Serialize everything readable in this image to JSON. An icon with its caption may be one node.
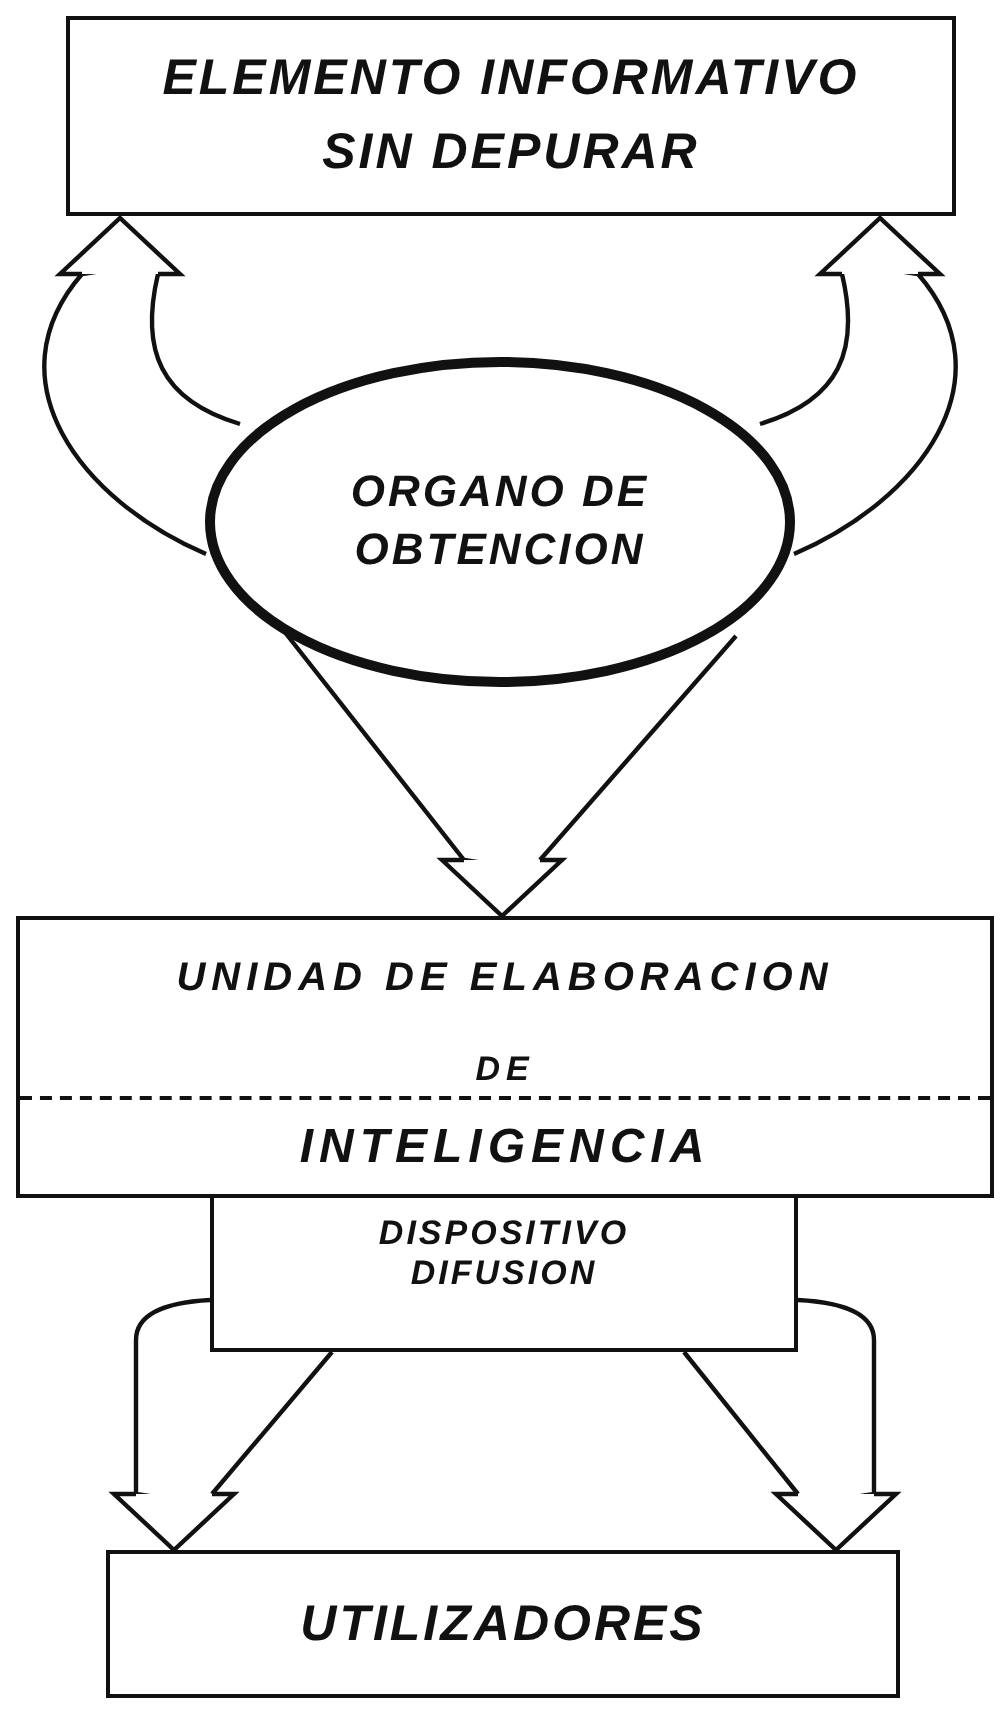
{
  "diagram": {
    "nodes": [
      {
        "text": [
          "ELEMENTO INFORMATIVO SIN DEPURAR"
        ]
      },
      {
        "text": [
          "ORGANO DE OBTENCION"
        ]
      },
      {
        "text": [
          "UNIDAD DE ELABORACION",
          "DE",
          "INTELIGENCIA"
        ]
      },
      {
        "text": [
          "DISPOSITIVO DIFUSION"
        ]
      },
      {
        "text": [
          "UTILIZADORES"
        ]
      }
    ],
    "edges": [
      {
        "from": 1,
        "to": 0,
        "arrow": "to"
      },
      {
        "from": 1,
        "to": 0,
        "arrow": "to"
      },
      {
        "from": 1,
        "to": 2,
        "arrow": "to"
      },
      {
        "from": 3,
        "to": 4,
        "arrow": "to"
      },
      {
        "from": 3,
        "to": 4,
        "arrow": "to"
      }
    ]
  }
}
